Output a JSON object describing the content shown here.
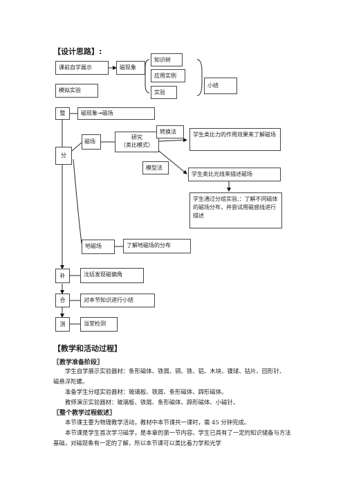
{
  "design": {
    "heading": "【设计思路】:",
    "boxes": {
      "preview": "课前自学展示",
      "phenomenon": "磁现象",
      "knowledge_tree": "知识树",
      "application": "应用实例",
      "experiment": "实验",
      "summary": "小结",
      "simulate": "模拟实验",
      "whole": "整",
      "whole_content": "磁现象→磁场",
      "divide": "分",
      "field": "磁场",
      "research_line1": "研究",
      "research_line2": "（类比模式）",
      "force_analogy": "学生类比力的作用效果来了解磁场",
      "light_analogy": "学生类比光线来描述磁场",
      "group_experiment": "学生通过分组实验,：了解不同磁体的磁场分布，并尝试用磁感线进行描述",
      "earth_field": "地磁场",
      "earth_field_content": "了解地磁场的分布",
      "supplement": "补",
      "supplement_content": "沈括发现磁偏角",
      "combine": "合",
      "combine_content": "对本节知识进行小结",
      "test": "测",
      "test_content": "当堂检测"
    },
    "labels": {
      "conversion": "转换法",
      "model": "模型法"
    }
  },
  "process": {
    "heading": "【教学和活动过程】",
    "prep_heading": "〖教学准备阶段〗",
    "prep_lines": [
      "学生自学展示实验器材：条形磁体、铁屑、铜、铁、铝、木块、镍球、钴片、回形针、磁悬浮陀螺。",
      "准备学生分组实验器材：玻璃板、铁屑、条形磁体、蹄形磁体。",
      "教师演示实验器材：玻璃板、铁屑、条形磁体、蹄形磁体、小磁针。"
    ],
    "overall_heading": "〖整个教学过程叙述〗",
    "overall_lines": [
      "本节课主要为物理教学活动，教材中本节课共一课时，需 45 分钟完成。",
      "本节课是学生首次学习磁学，是本章的第一节内容。学生已具有了一定的知识储备与方法基础，对磁现象有一定的了解，所以本节课可以类比着力学和光学"
    ]
  }
}
